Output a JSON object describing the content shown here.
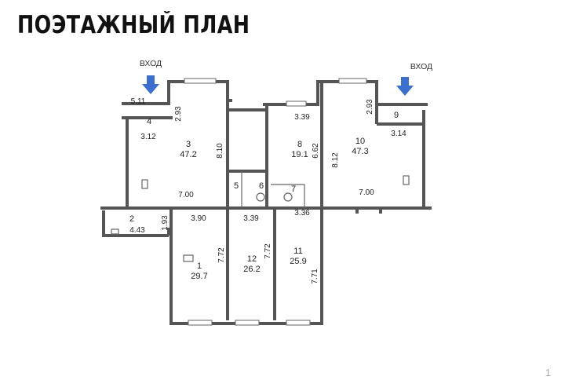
{
  "title": "ПОЭТАЖНЫЙ ПЛАН",
  "page_number": "1",
  "colors": {
    "arrow": "#3b6fd0",
    "walls": "#555555"
  },
  "entrances": [
    {
      "label": "ВХОД",
      "icon": "arrow-down-icon"
    },
    {
      "label": "ВХОД",
      "icon": "arrow-down-icon"
    }
  ],
  "rooms": [
    {
      "number": "1",
      "area": "29.7"
    },
    {
      "number": "2",
      "area": ""
    },
    {
      "number": "3",
      "area": "47.2"
    },
    {
      "number": "4",
      "area": ""
    },
    {
      "number": "5",
      "area": ""
    },
    {
      "number": "6",
      "area": ""
    },
    {
      "number": "7",
      "area": ""
    },
    {
      "number": "8",
      "area": "19.1"
    },
    {
      "number": "9",
      "area": ""
    },
    {
      "number": "10",
      "area": "47.3"
    },
    {
      "number": "11",
      "area": "25.9"
    },
    {
      "number": "12",
      "area": "26.2"
    }
  ],
  "dimensions": [
    "5.11",
    "2.93",
    "3.12",
    "8.10",
    "7.00",
    "3.39",
    "6.62",
    "8.12",
    "2.93",
    "3.14",
    "7.00",
    "4.43",
    "1.93",
    "3.90",
    "3.39",
    "3.36",
    "7.72",
    "7.72",
    "7.71"
  ]
}
